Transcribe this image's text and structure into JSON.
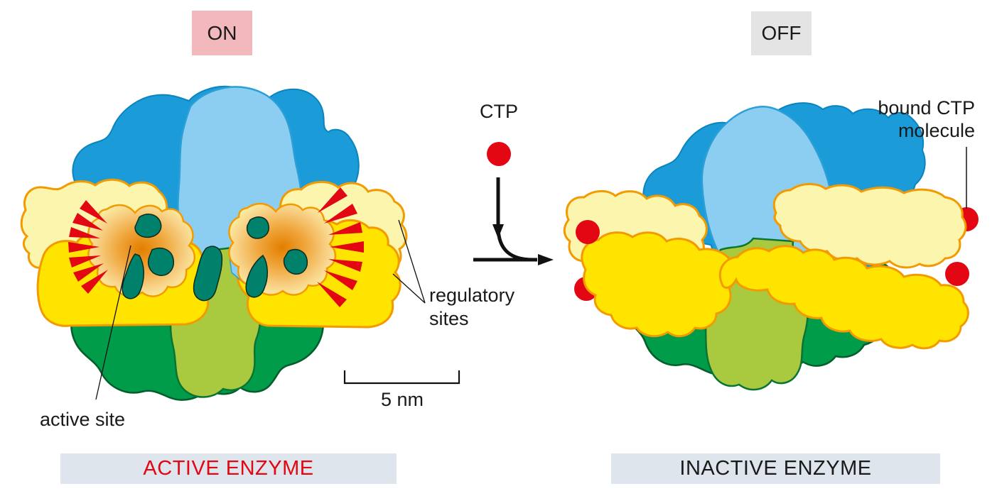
{
  "figure": {
    "left_panel": {
      "state_badge": "ON",
      "caption": "ACTIVE ENZYME",
      "labels": {
        "active_site": "active site",
        "regulatory_line1": "regulatory",
        "regulatory_line2": "sites"
      },
      "scale_bar_label": "5 nm"
    },
    "middle": {
      "ctp_label": "CTP"
    },
    "right_panel": {
      "state_badge": "OFF",
      "caption": "INACTIVE ENZYME",
      "labels": {
        "bound_ctp_line1": "bound CTP",
        "bound_ctp_line2": "molecule"
      }
    },
    "colors": {
      "on_badge_bg": "#f2b8bb",
      "off_badge_bg": "#e4e4e4",
      "caption_bg": "#dee5ec",
      "active_caption_text": "#e30613",
      "dark_blue": "#1b9cd8",
      "light_blue": "#8bcef2",
      "pale_yellow": "#fbf5ae",
      "yellow": "#ffe400",
      "orange_outline": "#f39a00",
      "orange_core": "#e27e00",
      "red_ctp": "#e30613",
      "dark_green": "#009c49",
      "green_outline": "#045d2b",
      "olive_green": "#a9ca3e",
      "teal_green": "#00816c"
    }
  }
}
